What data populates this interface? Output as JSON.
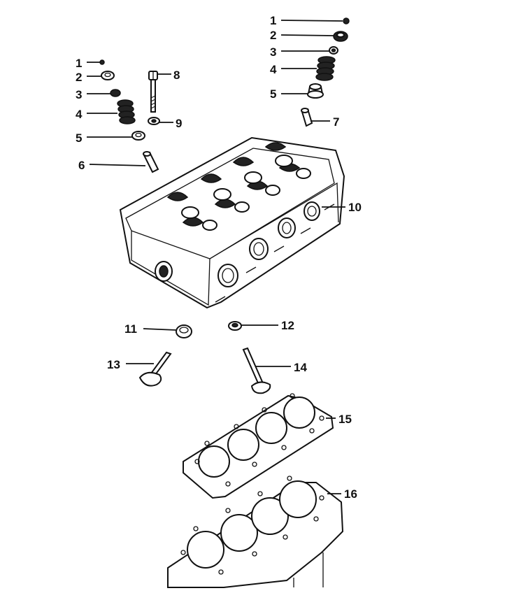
{
  "diagram": {
    "labels": [
      "1",
      "2",
      "3",
      "4",
      "5",
      "6",
      "7",
      "8",
      "9",
      "10",
      "11",
      "12",
      "13",
      "14",
      "15",
      "16",
      "1",
      "2",
      "3",
      "4",
      "5"
    ]
  }
}
